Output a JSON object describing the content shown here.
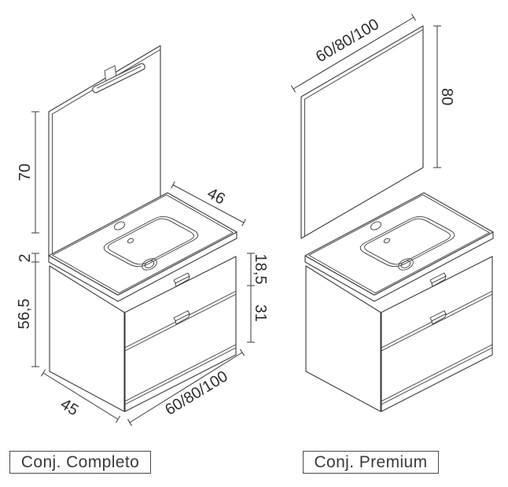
{
  "page": {
    "background": "#ffffff",
    "line_color": "#3a3a3a",
    "text_color": "#2e2e2e"
  },
  "completo": {
    "label": "Conj. Completo",
    "dims": {
      "mirror_height": "70",
      "counter_depth": "46",
      "counter_thickness": "2",
      "cabinet_height": "56,5",
      "cabinet_depth": "45",
      "widths": "60/80/100",
      "drawer_top": "18,5",
      "drawer_bottom": "31"
    }
  },
  "premium": {
    "label": "Conj. Premium",
    "dims": {
      "mirror_width": "60/80/100",
      "mirror_height": "80"
    }
  }
}
